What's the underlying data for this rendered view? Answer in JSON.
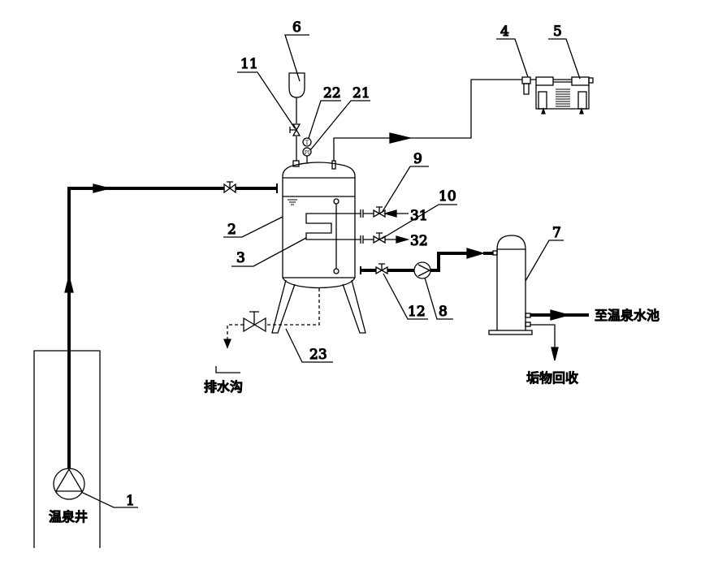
{
  "labels": {
    "l1": "1",
    "l2": "2",
    "l3": "3",
    "l4": "4",
    "l5": "5",
    "l6": "6",
    "l7": "7",
    "l8": "8",
    "l9": "9",
    "l10": "10",
    "l11": "11",
    "l12": "12",
    "l21": "21",
    "l22": "22",
    "l23": "23",
    "l31": "31",
    "l32": "32"
  },
  "gauges": {
    "temperature": "T",
    "pressure": "PI"
  },
  "text": {
    "well": "温泉井",
    "drain": "排水沟",
    "to_pool": "至温泉水池",
    "scale_recovery": "垢物回收"
  },
  "colors": {
    "line": "#000000",
    "background": "#ffffff"
  }
}
